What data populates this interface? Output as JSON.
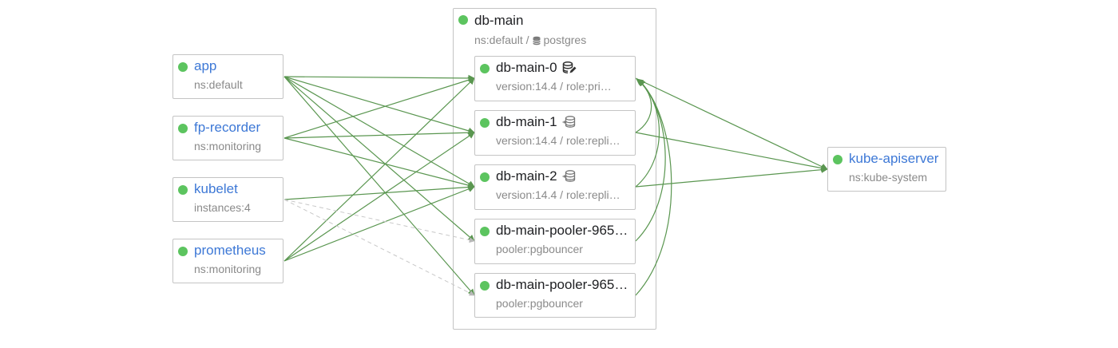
{
  "colors": {
    "healthy_dot": "#5cc45f",
    "link_text": "#3d78d6",
    "edge": "#5a9650",
    "edge_dashed": "#c0c0c0",
    "border": "#c4c4c4"
  },
  "sources": [
    {
      "name": "app",
      "detail": "ns:default"
    },
    {
      "name": "fp-recorder",
      "detail": "ns:monitoring"
    },
    {
      "name": "kubelet",
      "detail": "instances:4"
    },
    {
      "name": "prometheus",
      "detail": "ns:monitoring"
    }
  ],
  "group": {
    "name": "db-main",
    "ns": "ns:default /",
    "type_icon": "database-icon",
    "type": "postgres"
  },
  "instances": [
    {
      "name": "db-main-0",
      "detail": "version:14.4 / role:pri…",
      "icon": "database-primary-icon"
    },
    {
      "name": "db-main-1",
      "detail": "version:14.4 / role:repli…",
      "icon": "database-replica-icon"
    },
    {
      "name": "db-main-2",
      "detail": "version:14.4 / role:repli…",
      "icon": "database-replica-icon"
    },
    {
      "name": "db-main-pooler-965…",
      "detail": "pooler:pgbouncer",
      "icon": ""
    },
    {
      "name": "db-main-pooler-965…",
      "detail": "pooler:pgbouncer",
      "icon": ""
    }
  ],
  "target": {
    "name": "kube-apiserver",
    "detail": "ns:kube-system"
  }
}
